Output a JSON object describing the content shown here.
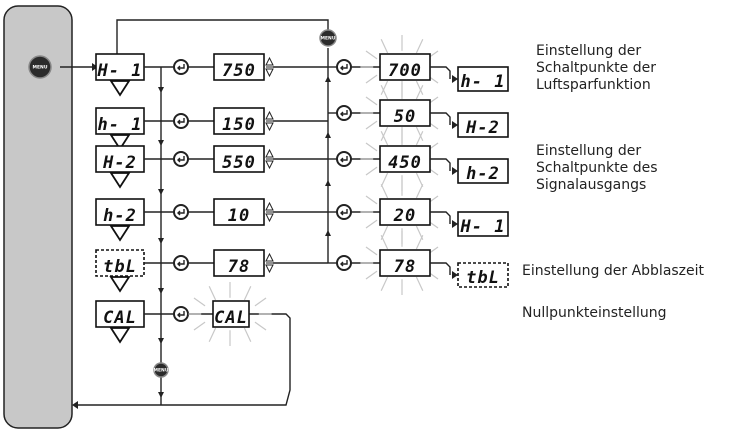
{
  "menu_label": "MENU",
  "menu_rows": [
    {
      "display": "H- 1"
    },
    {
      "display": "h- 1"
    },
    {
      "display": "H-2"
    },
    {
      "display": "h-2"
    },
    {
      "display": "tbL"
    },
    {
      "display": "CAL"
    }
  ],
  "value_displays": [
    "750",
    "150",
    "550",
    "10",
    "78",
    "CAL"
  ],
  "result_displays": [
    "700",
    "50",
    "450",
    "20",
    "78"
  ],
  "next_displays": [
    "h- 1",
    "H-2",
    "h-2",
    "H- 1",
    "tbL"
  ],
  "descriptions": {
    "luftspar": [
      "Einstellung der",
      "Schaltpunkte der",
      "Luftsparfunktion"
    ],
    "signal": [
      "Einstellung der",
      "Schaltpunkte des",
      "Signalausgangs"
    ],
    "abblas": "Einstellung der Abblaszeit",
    "nullpunkt": "Nullpunkteinstellung"
  },
  "colors": {
    "panel": "#c8c8c8",
    "line": "#222222",
    "button": "#2b2b2b"
  }
}
